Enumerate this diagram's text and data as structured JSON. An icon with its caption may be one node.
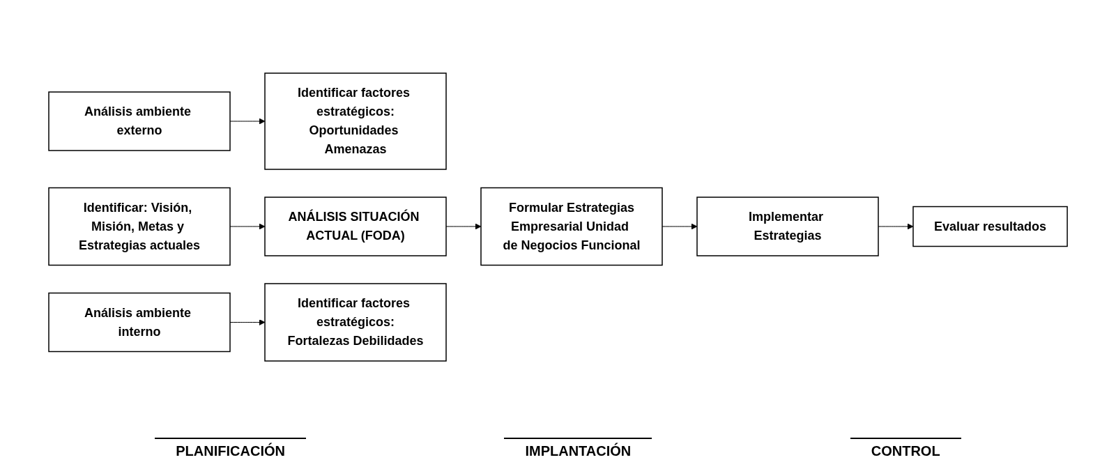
{
  "diagram": {
    "nodes": [
      {
        "text": [
          "Identificar: Visión, Misión, Metas y Estrategias actuales"
        ]
      },
      {
        "text": [
          "Análisis ambiente externo"
        ]
      },
      {
        "text": [
          "Identificar factores estratégicos:",
          "Oportunidades Amenazas"
        ]
      },
      {
        "text": [
          "ANÁLISIS SITUACIÓN ACTUAL (FODA)"
        ]
      },
      {
        "text": [
          "Análisis ambiente interno"
        ]
      },
      {
        "text": [
          "Identificar factores estratégicos:",
          "Fortalezas Debilidades"
        ]
      },
      {
        "text": [
          "Formular Estrategias",
          "Empresarial Unidad de Negocios Funcional"
        ]
      },
      {
        "text": [
          "Implementar Estrategias"
        ]
      },
      {
        "text": [
          "Evaluar resultados"
        ]
      }
    ],
    "edges": [
      {
        "from": 1,
        "to": 2,
        "arrow": "to"
      },
      {
        "from": 0,
        "to": 3,
        "arrow": "to"
      },
      {
        "from": 3,
        "to": 6,
        "arrow": "to"
      },
      {
        "from": 4,
        "to": 5,
        "arrow": "to"
      },
      {
        "from": 6,
        "to": 7,
        "arrow": "to"
      },
      {
        "from": 7,
        "to": 8,
        "arrow": "to"
      }
    ],
    "labels": [
      "PLANIFICACIÓN",
      "IMPLANTACIÓN",
      "CONTROL"
    ]
  }
}
